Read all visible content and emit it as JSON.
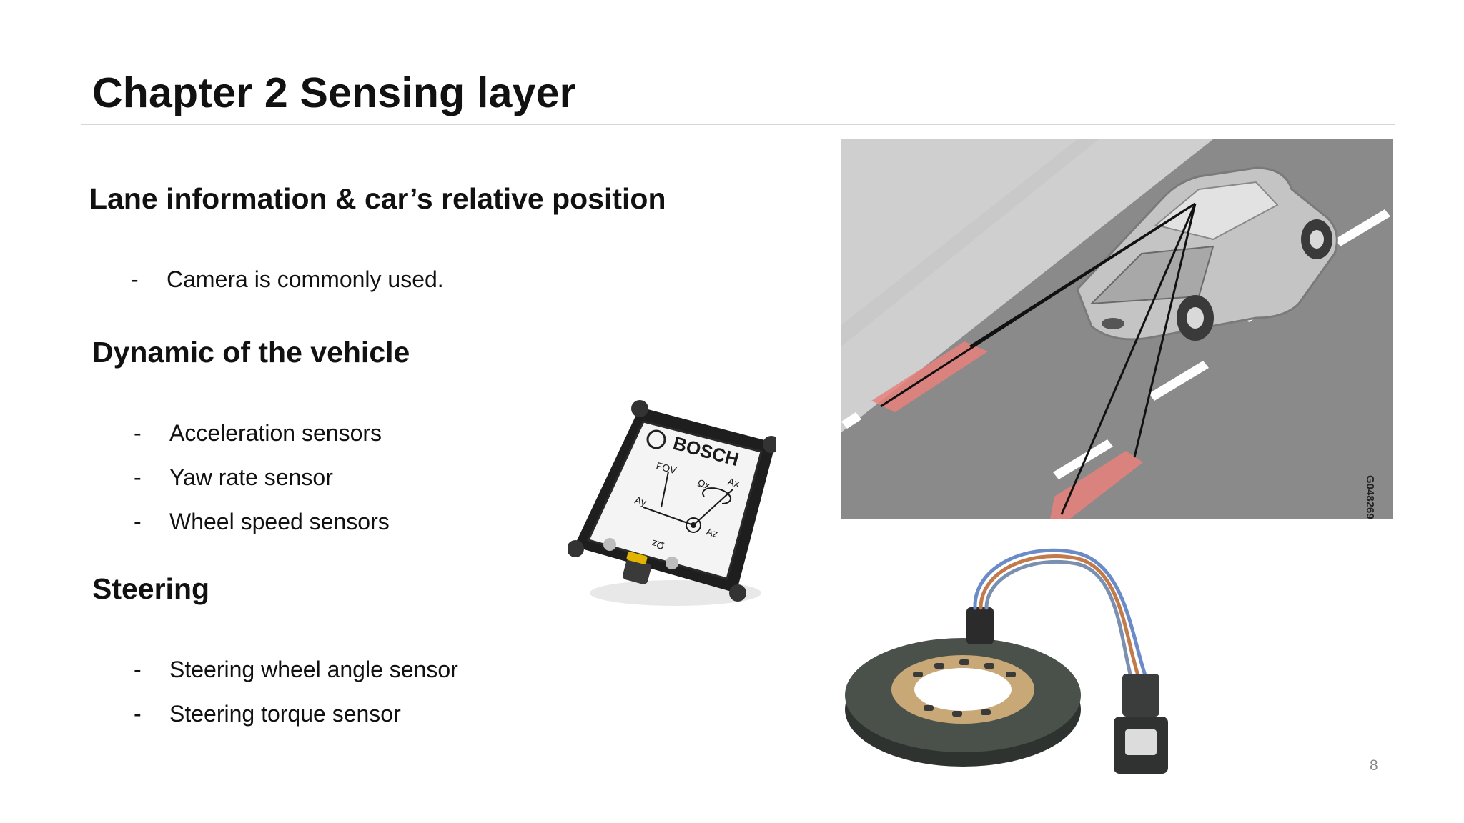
{
  "slide": {
    "title": "Chapter 2 Sensing layer",
    "page_number": "8"
  },
  "sections": [
    {
      "heading": "Lane information & car’s relative position",
      "bullets": [
        "Camera is commonly used."
      ]
    },
    {
      "heading": "Dynamic of the vehicle",
      "bullets": [
        "Acceleration sensors",
        "Yaw rate sensor",
        "Wheel speed sensors"
      ]
    },
    {
      "heading": "Steering",
      "bullets": [
        "Steering wheel angle sensor",
        "Steering torque sensor"
      ]
    }
  ],
  "bullet_marker": "-",
  "figures": {
    "lane_camera": {
      "image_code": "G048269"
    },
    "imu_sensor": {
      "brand": "BOSCH",
      "labels": [
        "FOV",
        "Ωx",
        "Ax",
        "Ay",
        "Az",
        "Ωz"
      ]
    }
  },
  "colors": {
    "text": "#111111",
    "rule": "#d6d6d6",
    "road": "#8a8a8a",
    "lane_zone": "#e0706a",
    "sensor_body": "#1e1e1e"
  }
}
